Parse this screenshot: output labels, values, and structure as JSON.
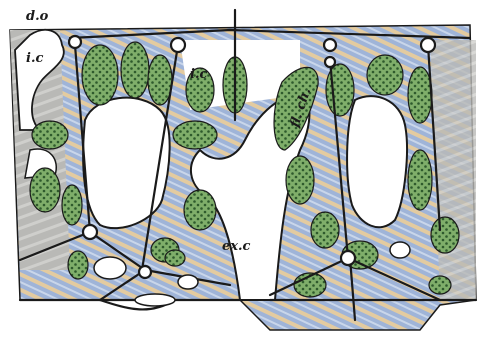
{
  "figure": {
    "labels": {
      "dorsal_ostium": "d.o",
      "inhalant_canal_left": "i.c",
      "inhalant_canal_center": "i.c",
      "flagellated_chambers": "fl. ch.",
      "exhalant_canal": "ex.c"
    },
    "colors": {
      "background": "#ffffff",
      "tissue_blue": "#9fb4d8",
      "tissue_tan": "#e3cba0",
      "tissue_grey": "#b9b9b6",
      "chamber_green": "#7fae6a",
      "chamber_dot": "#2e5a2c",
      "ink": "#1a1a1a"
    }
  }
}
